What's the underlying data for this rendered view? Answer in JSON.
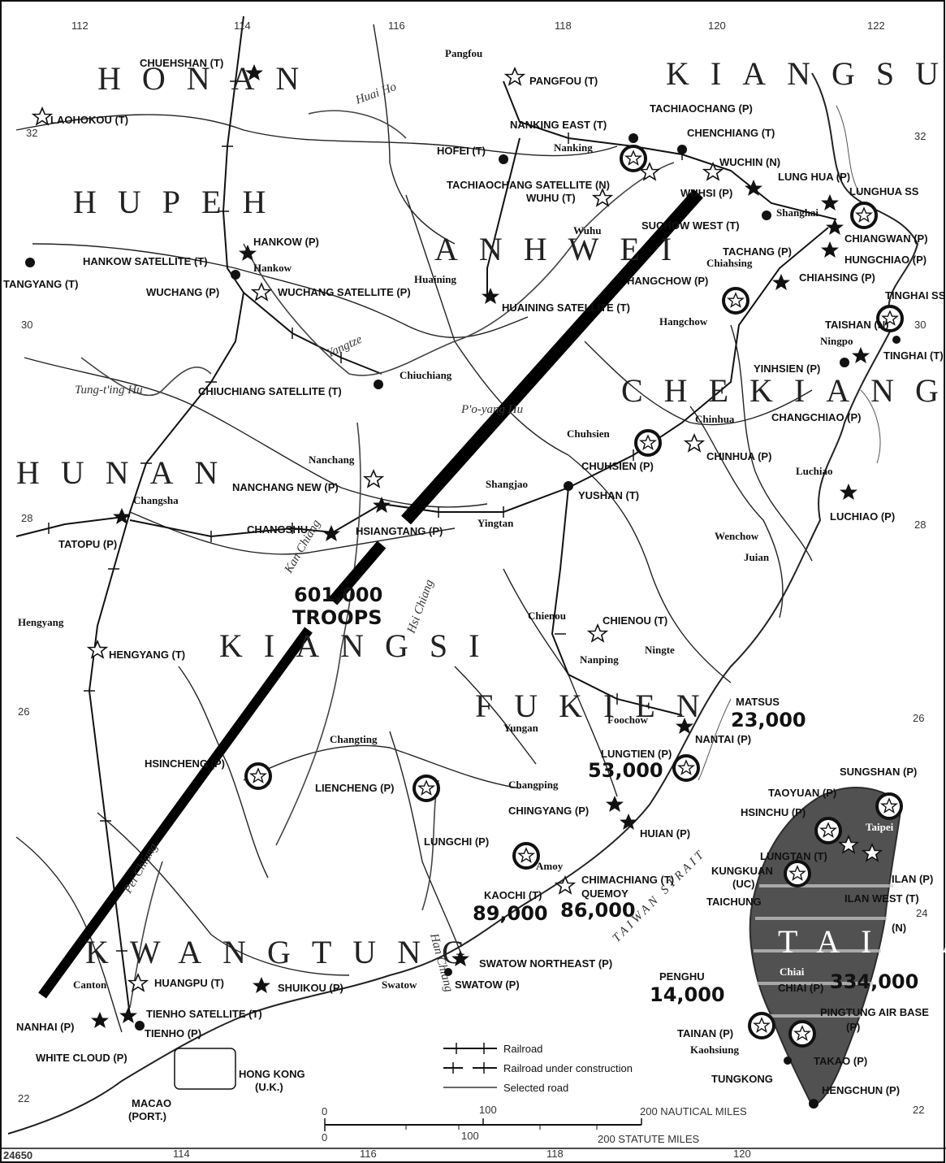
{
  "provinces": [
    {
      "id": "honan",
      "label": "HONAN"
    },
    {
      "id": "hupeh",
      "label": "HUPEH"
    },
    {
      "id": "anhwei",
      "label": "ANHWEI"
    },
    {
      "id": "kiangsu",
      "label": "KIANGSU"
    },
    {
      "id": "hunan",
      "label": "HUNAN"
    },
    {
      "id": "chekiang",
      "label": "CHEKIANG"
    },
    {
      "id": "kiangsi",
      "label": "KIANGSI"
    },
    {
      "id": "fukien",
      "label": "FUKIEN"
    },
    {
      "id": "kwangtung",
      "label": "KWANGTUNG"
    },
    {
      "id": "taiwan",
      "label": "TAIWAN"
    }
  ],
  "rivers": [
    "Huai Ho",
    "Yangtze",
    "Tung-t'ing Hu",
    "P'o-yang Hu",
    "Kan Chiang",
    "Han Chiang",
    "Pei Chiang",
    "Hsi Chiang"
  ],
  "strait_label": "TAIWAN STRAIT",
  "troop_figures": [
    {
      "id": "main",
      "value": "601,000",
      "unit": "TROOPS"
    },
    {
      "id": "matsus",
      "label": "MATSUS",
      "value": "23,000"
    },
    {
      "id": "lungtien",
      "value": "53,000"
    },
    {
      "id": "amoy",
      "value": "89,000"
    },
    {
      "id": "quemoy",
      "label": "QUEMOY",
      "value": "86,000"
    },
    {
      "id": "penghu",
      "label": "PENGHU",
      "value": "14,000"
    },
    {
      "id": "taiwan",
      "value": "334,000"
    }
  ],
  "airfields": [
    "CHUEHSHAN (T)",
    "LAOHOKOU (T)",
    "PANGFOU (T)",
    "TACHIAOCHANG (P)",
    "NANKING EAST (T)",
    "CHENCHIANG (T)",
    "WUCHIN (N)",
    "HOFEI (T)",
    "TACHIAOCHANG SATELLITE (N)",
    "WUHU (T)",
    "WUHSI (P)",
    "LUNG HUA (P)",
    "LUNGHUA SS",
    "SUCHOW WEST (T)",
    "CHIANGWAN (P)",
    "HUNGCHIAO (P)",
    "TACHANG (P)",
    "HANKOW (P)",
    "HANKOW SATELLITE (T)",
    "TANGYANG (T)",
    "WUCHANG (P)",
    "WUCHANG SATELLITE (P)",
    "HUAINING SATELLITE (T)",
    "HANGCHOW (P)",
    "CHIAHSING (P)",
    "TINGHAI SS",
    "TAISHAN (N)",
    "TINGHAI (T)",
    "YINHSIEN (P)",
    "CHIUCHIANG SATELLITE (T)",
    "CHANGCHIAO (P)",
    "CHINHUA (P)",
    "CHUHSIEN (P)",
    "NANCHANG NEW (P)",
    "YUSHAN (T)",
    "CHANGSHU",
    "HSIANGTANG (P)",
    "LUCHIAO (P)",
    "TATOPU (P)",
    "CHIENOU (T)",
    "HENGYANG (T)",
    "NANTAI (P)",
    "LUNGTIEN (P)",
    "HSINCHENG (P)",
    "LIENCHENG (P)",
    "CHINGYANG (P)",
    "HUIAN (P)",
    "LUNGCHI (P)",
    "CHIMACHIANG (T)",
    "KAOCHI (T)",
    "SWATOW NORTHEAST (P)",
    "SWATOW (P)",
    "HUANGPU (T)",
    "SHUIKOU (P)",
    "TIENHO SATELLITE (T)",
    "TIENHO (P)",
    "NANHAI (P)",
    "WHITE CLOUD (P)",
    "SUNGSHAN (P)",
    "TAOYUAN (P)",
    "HSINCHU (P)",
    "LUNGTAN (T)",
    "KUNGKUAN",
    "(UC)",
    "TAICHUNG",
    "ILAN (P)",
    "ILAN WEST (T)",
    "(N)",
    "CHIAI (P)",
    "PINGTUNG AIR BASE",
    "(P)",
    "TAINAN (P)",
    "TAKAO (P)",
    "TUNGKONG",
    "HENGCHUN (P)"
  ],
  "cities": [
    "Pangfou",
    "Nanking",
    "Wuhu",
    "Hankow",
    "Huaining",
    "Shanghai",
    "Chiahsing",
    "Hangchow",
    "Ningpo",
    "Chiuchiang",
    "Chinhua",
    "Chuhsien",
    "Nanchang",
    "Shangjao",
    "Yingtan",
    "Changsha",
    "Wenchow",
    "Juian",
    "Luchiao",
    "Hengyang",
    "Chienou",
    "Nanping",
    "Ningte",
    "Foochow",
    "Yungan",
    "Changting",
    "Changping",
    "Amoy",
    "Swatow",
    "Canton",
    "Kaohsiung",
    "Taipei",
    "Chiai"
  ],
  "territories": [
    {
      "name": "HONG KONG",
      "note": "(U.K.)"
    },
    {
      "name": "MACAO",
      "note": "(PORT.)"
    }
  ],
  "legend": {
    "railroad": "Railroad",
    "railroad_construction": "Railroad under construction",
    "road": "Selected road"
  },
  "scale": {
    "nautical_0": "0",
    "nautical_100": "100",
    "nautical_200": "200 NAUTICAL MILES",
    "statute_0": "0",
    "statute_100": "100",
    "statute_200": "200 STATUTE MILES"
  },
  "longitude_top": [
    "112",
    "114",
    "116",
    "118",
    "120",
    "122"
  ],
  "longitude_bottom": [
    "114",
    "116",
    "118",
    "120"
  ],
  "latitude": [
    "32",
    "30",
    "28",
    "26",
    "24",
    "22"
  ],
  "map_number": "24650"
}
